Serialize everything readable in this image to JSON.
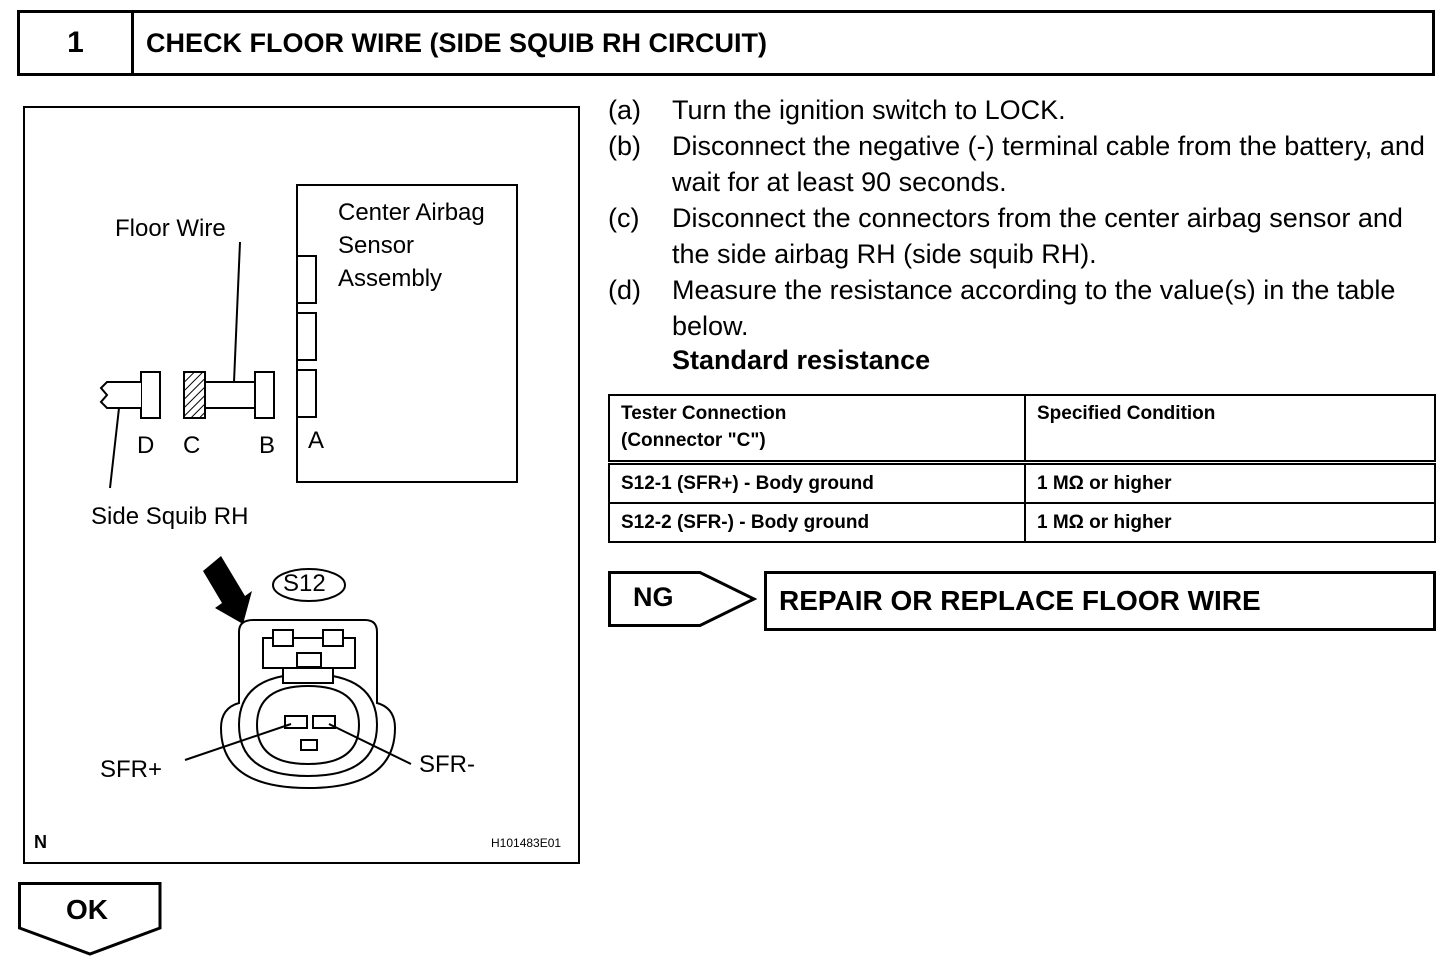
{
  "header": {
    "step_number": "1",
    "title": "CHECK FLOOR WIRE (SIDE SQUIB RH CIRCUIT)"
  },
  "figure": {
    "labels": {
      "floor_wire": "Floor Wire",
      "center_sensor_line1": "Center Airbag",
      "center_sensor_line2": "Sensor",
      "center_sensor_line3": "Assembly",
      "d": "D",
      "c": "C",
      "b": "B",
      "a": "A",
      "side_squib": "Side Squib RH",
      "connector_id": "S12",
      "sfr_plus": "SFR+",
      "sfr_minus": "SFR-",
      "corner_mark": "N",
      "figure_code": "H101483E01"
    }
  },
  "steps": [
    {
      "letter": "(a)",
      "text": "Turn the ignition switch to LOCK."
    },
    {
      "letter": "(b)",
      "text": "Disconnect the negative (-) terminal cable from the battery, and wait for at least 90 seconds."
    },
    {
      "letter": "(c)",
      "text": "Disconnect the connectors from the center airbag sensor and the side airbag RH (side squib RH)."
    },
    {
      "letter": "(d)",
      "text": "Measure the resistance according to the value(s) in the table below."
    }
  ],
  "standard_resistance_label": "Standard resistance",
  "table": {
    "header_line1": "Tester Connection",
    "header_line2": "(Connector \"C\")",
    "header_col2": "Specified Condition",
    "rows": [
      {
        "connection": "S12-1 (SFR+) - Body ground",
        "condition": "1 MΩ or higher"
      },
      {
        "connection": "S12-2 (SFR-) - Body ground",
        "condition": "1 MΩ or higher"
      }
    ]
  },
  "ng": {
    "label": "NG",
    "result": "REPAIR OR REPLACE FLOOR WIRE"
  },
  "ok": {
    "label": "OK"
  }
}
